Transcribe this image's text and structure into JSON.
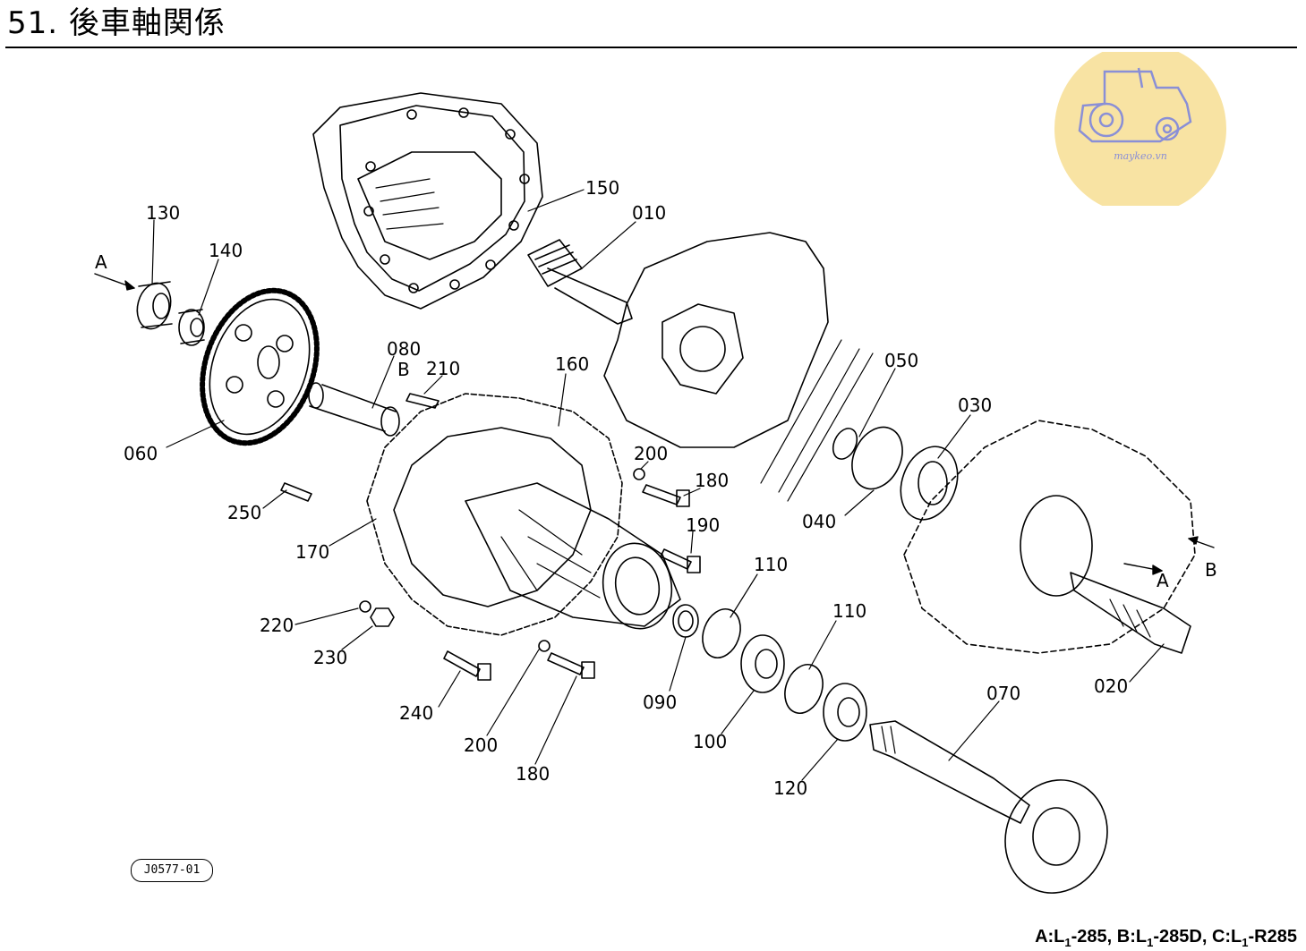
{
  "page": {
    "title": "51. 後車軸関係",
    "drawing_code": "J0577-01",
    "logo_text": "maykeo.vn",
    "footer": {
      "a_prefix": "A:L",
      "a_sub": "1",
      "a_suffix": "-285, ",
      "b_prefix": "B:L",
      "b_sub": "1",
      "b_suffix": "-285D, ",
      "c_prefix": "C:L",
      "c_sub": "1",
      "c_suffix": "-R285"
    }
  },
  "callouts": {
    "p010": "010",
    "p020": "020",
    "p030": "030",
    "p040": "040",
    "p050": "050",
    "p060": "060",
    "p070": "070",
    "p080": "080",
    "p090": "090",
    "p100": "100",
    "p110a": "110",
    "p110b": "110",
    "p120": "120",
    "p130": "130",
    "p140": "140",
    "p150": "150",
    "p160": "160",
    "p170": "170",
    "p180a": "180",
    "p180b": "180",
    "p190": "190",
    "p200a": "200",
    "p200b": "200",
    "p210": "210",
    "p220": "220",
    "p230": "230",
    "p240": "240",
    "p250": "250"
  },
  "markers": {
    "a_left": "A",
    "b_left": "B",
    "a_right": "A",
    "b_right": "B"
  },
  "colors": {
    "logo_bg": "#f8e3a3",
    "logo_line": "#8a8fd6",
    "ink": "#000000"
  }
}
